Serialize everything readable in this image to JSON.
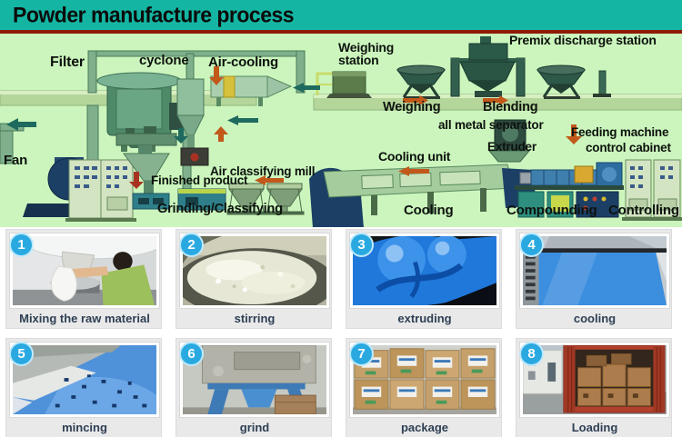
{
  "banner": {
    "title": "Powder manufacture process"
  },
  "colors": {
    "banner_bg": "#14b6a3",
    "banner_underline": "#8e1a04",
    "diagram_bg": "#cbf5bd",
    "badge_blue": "#2aa9e1",
    "caption_text": "#2e3f54"
  },
  "diagram": {
    "labels": [
      {
        "text": "Filter"
      },
      {
        "text": "cyclone"
      },
      {
        "text": "Air-cooling"
      },
      {
        "text": "Weighing\nstation"
      },
      {
        "text": "Premix discharge station"
      },
      {
        "text": "Weighing"
      },
      {
        "text": "Blending"
      },
      {
        "text": "all metal separator"
      },
      {
        "text": "Feeding machine"
      },
      {
        "text": "Extruder"
      },
      {
        "text": "control cabinet"
      },
      {
        "text": "Cooling unit"
      },
      {
        "text": "Fan"
      },
      {
        "text": "Air classifying mill"
      },
      {
        "text": "Finished product"
      },
      {
        "text": "Grinding/Classifying"
      },
      {
        "text": "Cooling"
      },
      {
        "text": "Compounding"
      },
      {
        "text": "Controlling"
      }
    ]
  },
  "steps": [
    {
      "number": "1",
      "caption": "Mixing the raw material"
    },
    {
      "number": "2",
      "caption": "stirring"
    },
    {
      "number": "3",
      "caption": "extruding"
    },
    {
      "number": "4",
      "caption": "cooling"
    },
    {
      "number": "5",
      "caption": "mincing"
    },
    {
      "number": "6",
      "caption": "grind"
    },
    {
      "number": "7",
      "caption": "package"
    },
    {
      "number": "8",
      "caption": "Loading"
    }
  ]
}
